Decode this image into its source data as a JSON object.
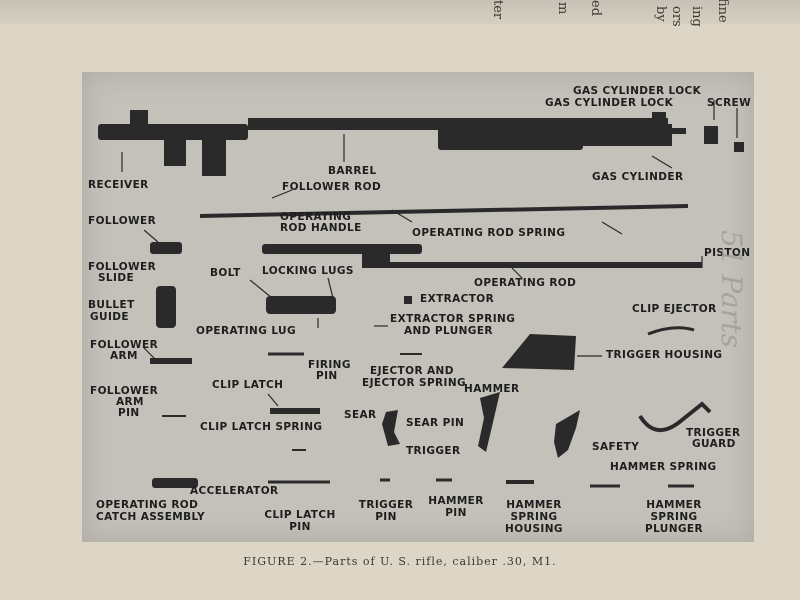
{
  "top_text_fragments": [
    "fine",
    "ing",
    "ors",
    "by",
    "ter",
    "m",
    "ed"
  ],
  "figure": {
    "caption": "FIGURE 2.—Parts of U. S. rifle, caliber .30, M1.",
    "labels": {
      "gas_cylinder_lock_screw": "GAS CYLINDER LOCK",
      "gas_cylinder_lock": "GAS CYLINDER LOCK",
      "screw": "SCREW",
      "receiver": "RECEIVER",
      "barrel": "BARREL",
      "gas_cylinder": "GAS CYLINDER",
      "follower_rod": "FOLLOWER ROD",
      "follower": "FOLLOWER",
      "operating_rod_handle_1": "OPERATING",
      "operating_rod_handle_2": "ROD HANDLE",
      "operating_rod_spring": "OPERATING ROD SPRING",
      "piston": "PISTON",
      "follower_slide_1": "FOLLOWER",
      "follower_slide_2": "SLIDE",
      "bolt": "BOLT",
      "locking_lugs": "LOCKING LUGS",
      "operating_rod": "OPERATING ROD",
      "bullet_guide_1": "BULLET",
      "bullet_guide_2": "GUIDE",
      "extractor": "EXTRACTOR",
      "clip_ejector": "CLIP EJECTOR",
      "extractor_spring_1": "EXTRACTOR SPRING",
      "extractor_spring_2": "AND PLUNGER",
      "operating_lug": "OPERATING LUG",
      "follower_arm_1": "FOLLOWER",
      "follower_arm_2": "ARM",
      "firing_pin_1": "FIRING",
      "firing_pin_2": "PIN",
      "ejector_1": "EJECTOR AND",
      "ejector_2": "EJECTOR SPRING",
      "trigger_housing": "TRIGGER HOUSING",
      "follower_arm_pin_1": "FOLLOWER",
      "follower_arm_pin_2": "ARM",
      "follower_arm_pin_3": "PIN",
      "clip_latch": "CLIP LATCH",
      "hammer": "HAMMER",
      "sear": "SEAR",
      "sear_pin": "SEAR PIN",
      "clip_latch_spring": "CLIP LATCH SPRING",
      "trigger": "TRIGGER",
      "safety": "SAFETY",
      "trigger_guard_1": "TRIGGER",
      "trigger_guard_2": "GUARD",
      "hammer_spring": "HAMMER SPRING",
      "accelerator": "ACCELERATOR",
      "op_rod_catch_1": "OPERATING ROD",
      "op_rod_catch_2": "CATCH ASSEMBLY",
      "clip_latch_pin_1": "CLIP LATCH",
      "clip_latch_pin_2": "PIN",
      "trigger_pin_1": "TRIGGER",
      "trigger_pin_2": "PIN",
      "hammer_pin_1": "HAMMER",
      "hammer_pin_2": "PIN",
      "hammer_spring_housing_1": "HAMMER",
      "hammer_spring_housing_2": "SPRING",
      "hammer_spring_housing_3": "HOUSING",
      "hammer_spring_plunger_1": "HAMMER",
      "hammer_spring_plunger_2": "SPRING",
      "hammer_spring_plunger_3": "PLUNGER"
    }
  },
  "handwriting": "51 Parts"
}
